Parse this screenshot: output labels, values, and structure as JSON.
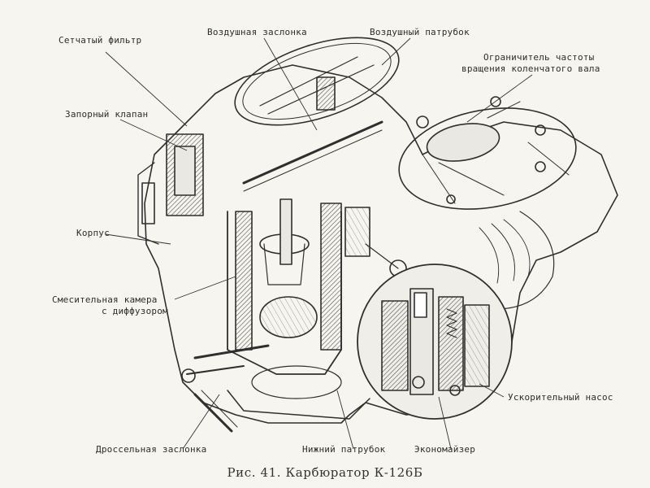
{
  "labels": {
    "setchatyi_filtr": "Сетчатый фильтр",
    "vozdushnaya_zaslonka": "Воздушная заслонка",
    "vozdushnyi_patrubok": "Воздушный патрубок",
    "ogranichitel_line1": "Ограничитель частоты",
    "ogranichitel_line2": "вращения коленчатого вала",
    "zapornyi_klapan": "Запорный клапан",
    "korpus": "Корпус",
    "smesitelnaya_line1": "Смесительная камера",
    "smesitelnaya_line2": "с диффузором",
    "uskoritelnyi_nasos": "Ускорительный насос",
    "drosselnaya_zaslonka": "Дроссельная заслонка",
    "nizhnii_patrubok": "Нижний патрубок",
    "ekonomaizer": "Экономайзер"
  },
  "caption": "Рис. 41. Карбюратор К-126Б",
  "colors": {
    "paper": "#f6f5ef",
    "ink": "#2f2f2f",
    "shade": "#6a6a6a"
  }
}
